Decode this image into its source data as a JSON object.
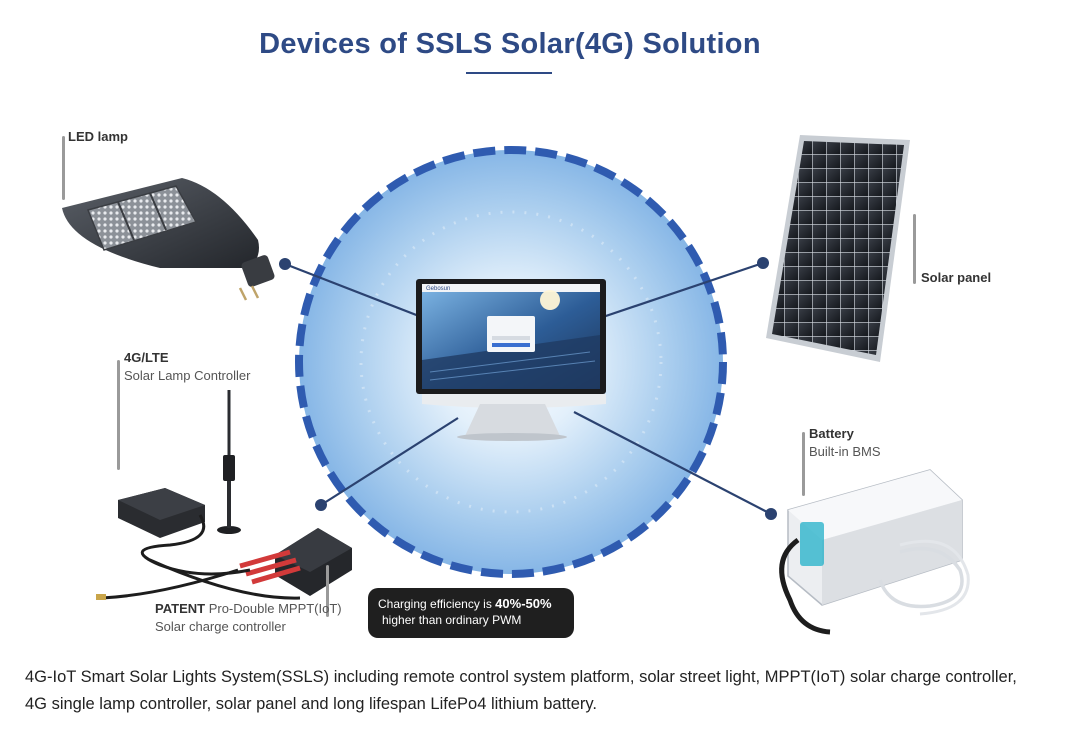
{
  "title": "Devices of SSLS Solar(4G) Solution",
  "labels": {
    "led_lamp": "LED lamp",
    "solar_panel": "Solar panel",
    "controller_title": "4G/LTE",
    "controller_sub": "Solar Lamp Controller",
    "battery_title": "Battery",
    "battery_sub": "Built-in BMS",
    "mppt_patent": "PATENT",
    "mppt_title": "Pro-Double MPPT(IoT)",
    "mppt_sub": "Solar charge controller"
  },
  "callout": {
    "prefix": "Charging efficiency is ",
    "highlight": "40%-50%",
    "line2": "higher than ordinary PWM"
  },
  "monitor": {
    "brand": "Gebosun"
  },
  "description": "4G-IoT Smart Solar Lights System(SSLS) including remote control system platform, solar street light, MPPT(IoT) solar charge controller, 4G single lamp controller, solar panel and long lifespan LifePo4 lithium battery.",
  "colors": {
    "title": "#2e4a85",
    "dash_ring": "#2f5bb0",
    "connector": "#2b4270",
    "highlight_text": "#ffffff"
  }
}
